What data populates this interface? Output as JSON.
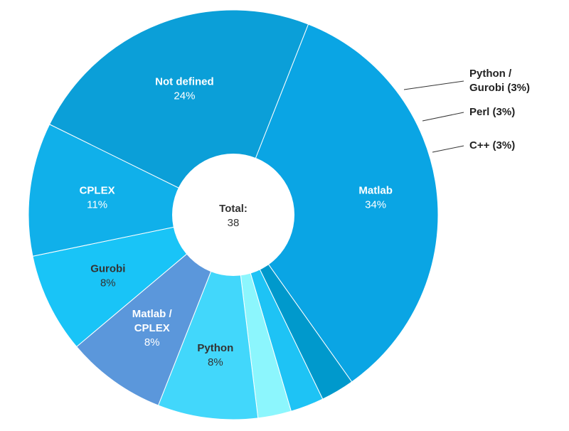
{
  "chart_data": {
    "type": "pie",
    "donut": true,
    "center": {
      "title": "Total:",
      "value": "38"
    },
    "slices": [
      {
        "label": "Matlab",
        "lines": [
          "Matlab"
        ],
        "percent_label": "34%",
        "value": 13,
        "color": "#0aa5e4",
        "label_style": "inside"
      },
      {
        "label": "Python / Gurobi",
        "lines": [
          "Python /",
          "Gurobi (3%)"
        ],
        "percent_label": "3%",
        "value": 1,
        "color": "#0099cc",
        "label_style": "outside"
      },
      {
        "label": "Perl",
        "lines": [
          "Perl (3%)"
        ],
        "percent_label": "3%",
        "value": 1,
        "color": "#1ec3f5",
        "label_style": "outside"
      },
      {
        "label": "C++",
        "lines": [
          "C++ (3%)"
        ],
        "percent_label": "3%",
        "value": 1,
        "color": "#8cf6fd",
        "label_style": "outside"
      },
      {
        "label": "Python",
        "lines": [
          "Python"
        ],
        "percent_label": "8%",
        "value": 3,
        "color": "#42d7fb",
        "label_style": "inside",
        "dark_text": true
      },
      {
        "label": "Matlab / CPLEX",
        "lines": [
          "Matlab /",
          "CPLEX"
        ],
        "percent_label": "8%",
        "value": 3,
        "color": "#5b97db",
        "label_style": "inside"
      },
      {
        "label": "Gurobi",
        "lines": [
          "Gurobi"
        ],
        "percent_label": "8%",
        "value": 3,
        "color": "#19c4f7",
        "label_style": "inside",
        "dark_text": true
      },
      {
        "label": "CPLEX",
        "lines": [
          "CPLEX"
        ],
        "percent_label": "11%",
        "value": 4,
        "color": "#10b0ea",
        "label_style": "inside"
      },
      {
        "label": "Not defined",
        "lines": [
          "Not defined"
        ],
        "percent_label": "24%",
        "value": 9,
        "color": "#0b9fd8",
        "label_style": "inside"
      }
    ]
  }
}
